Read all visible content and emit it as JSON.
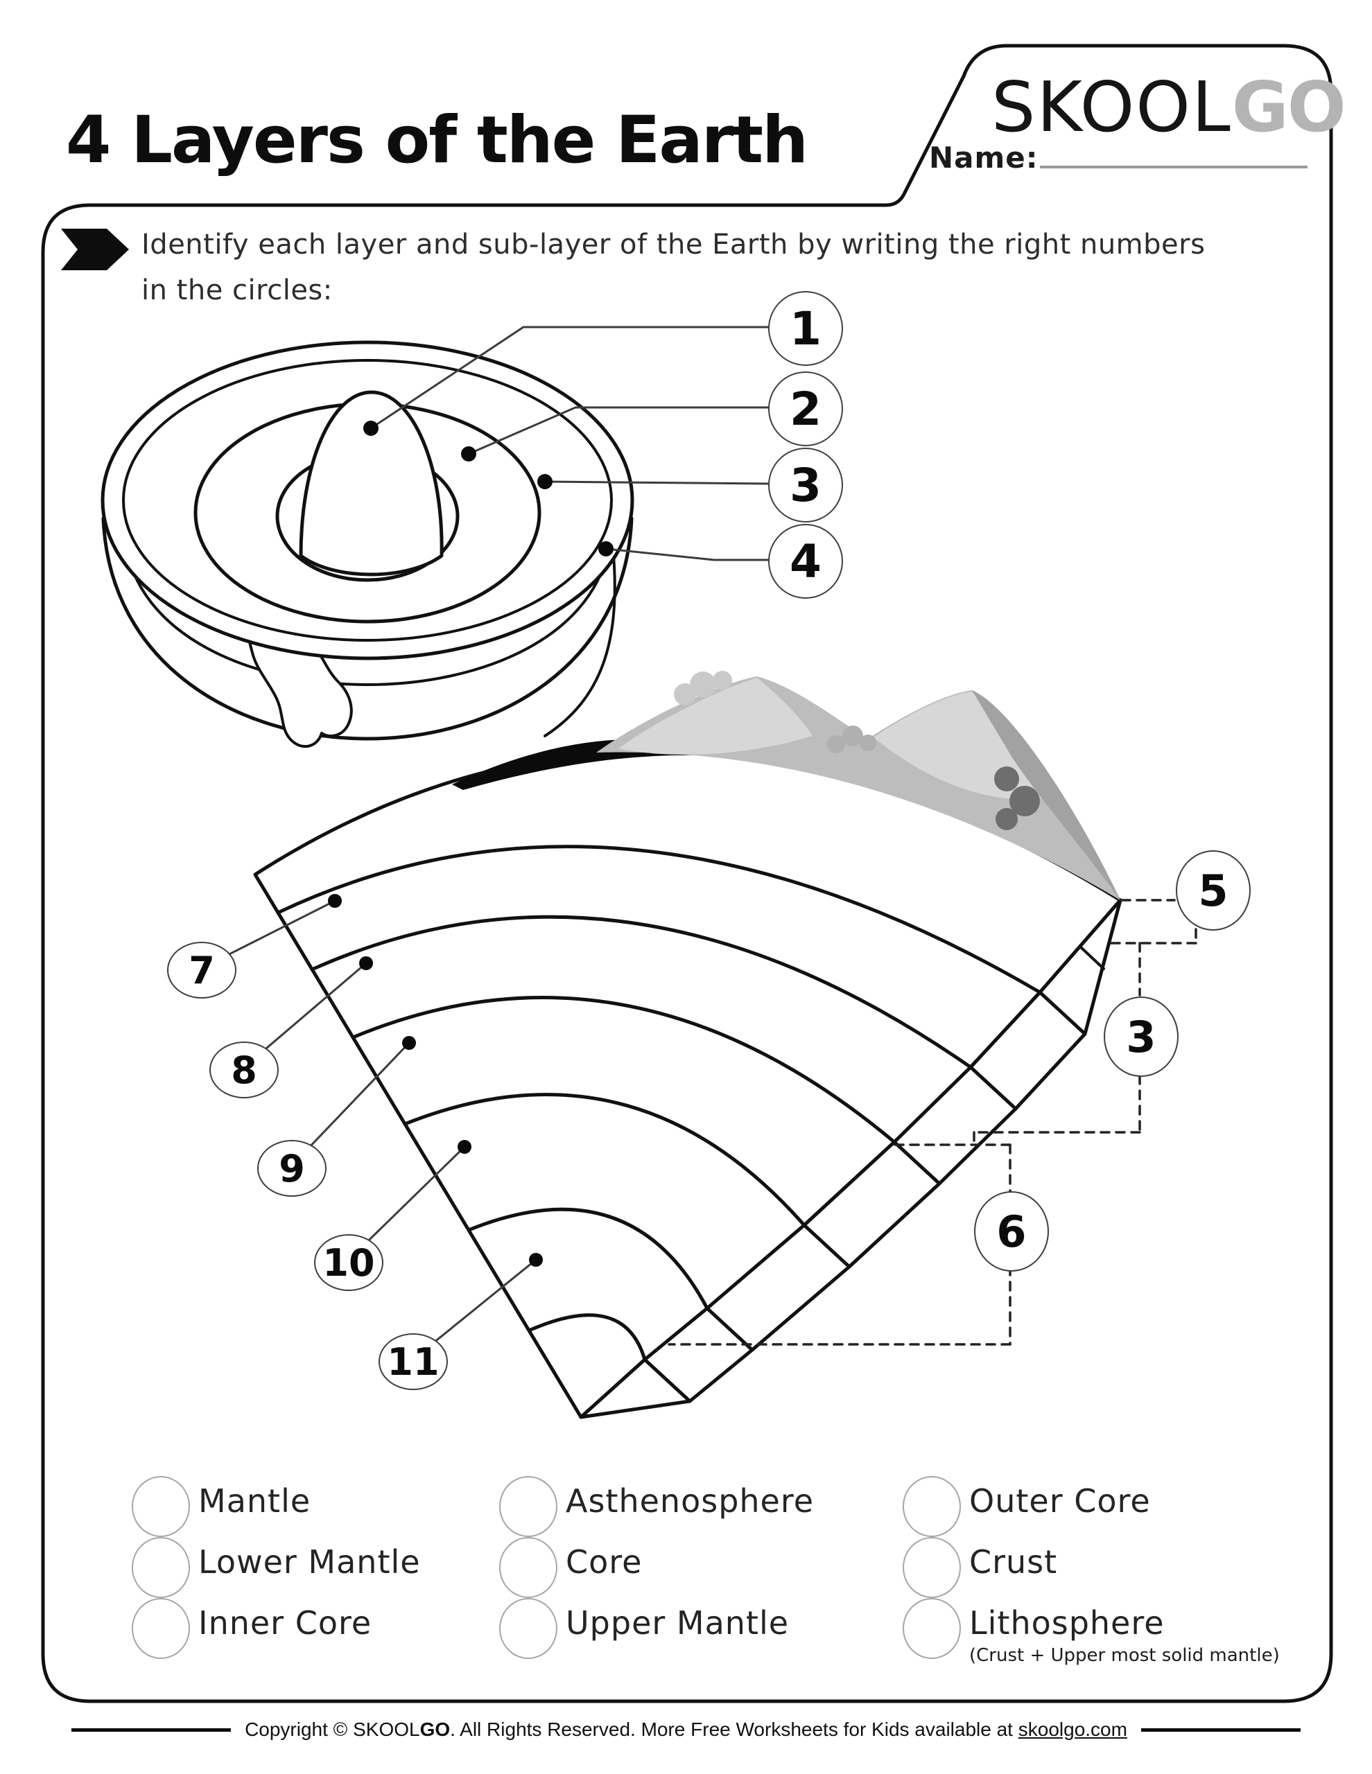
{
  "header": {
    "title": "4 Layers of the Earth",
    "logo_part1": "SKOOL",
    "logo_part2": "GO",
    "name_label": "Name:"
  },
  "instruction": {
    "line1": "Identify each layer and sub-layer of the Earth by writing the right numbers",
    "line2": "in the circles:"
  },
  "labels": {
    "hemisphere": [
      {
        "number": "1"
      },
      {
        "number": "2"
      },
      {
        "number": "3"
      },
      {
        "number": "4"
      }
    ],
    "wedge_left": [
      {
        "number": "7"
      },
      {
        "number": "8"
      },
      {
        "number": "9"
      },
      {
        "number": "10"
      },
      {
        "number": "11"
      }
    ],
    "wedge_right": [
      {
        "number": "5"
      },
      {
        "number": "3"
      },
      {
        "number": "6"
      }
    ]
  },
  "word_bank": {
    "columns": [
      {
        "items": [
          {
            "label": "Mantle"
          },
          {
            "label": "Lower Mantle"
          },
          {
            "label": "Inner Core"
          }
        ]
      },
      {
        "items": [
          {
            "label": "Asthenosphere"
          },
          {
            "label": "Core"
          },
          {
            "label": "Upper Mantle"
          }
        ]
      },
      {
        "items": [
          {
            "label": "Outer Core"
          },
          {
            "label": "Crust"
          },
          {
            "label": "Lithosphere",
            "note": "(Crust + Upper most solid mantle)"
          }
        ]
      }
    ]
  },
  "footer": {
    "prefix": "Copyright © ",
    "brand1": "SKOOL",
    "brand2": "GO",
    "middle": ". All Rights Reserved. More Free Worksheets for Kids available at ",
    "link": "skoolgo.com"
  },
  "colors": {
    "ink": "#111111",
    "logo_gray": "#b4b4b4",
    "mountain_mid": "#bdbdbd",
    "mountain_light": "#d7d7d7",
    "mountain_dark": "#a2a2a2",
    "bush_dark": "#6e6e6e",
    "bank_circle_gray": "#a6a6a6",
    "name_line_gray": "#9c9c9c"
  }
}
